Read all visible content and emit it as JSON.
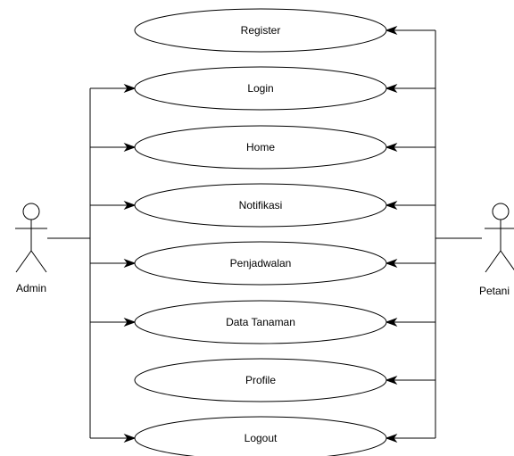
{
  "diagram": {
    "actors": {
      "left": {
        "name": "Admin"
      },
      "right": {
        "name": "Petani"
      }
    },
    "use_cases": [
      {
        "label": "Register",
        "admin": false,
        "petani": true
      },
      {
        "label": "Login",
        "admin": true,
        "petani": true
      },
      {
        "label": "Home",
        "admin": true,
        "petani": true
      },
      {
        "label": "Notifikasi",
        "admin": true,
        "petani": true
      },
      {
        "label": "Penjadwalan",
        "admin": true,
        "petani": true
      },
      {
        "label": "Data Tanaman",
        "admin": true,
        "petani": true
      },
      {
        "label": "Profile",
        "admin": false,
        "petani": true
      },
      {
        "label": "Logout",
        "admin": true,
        "petani": true
      }
    ]
  }
}
